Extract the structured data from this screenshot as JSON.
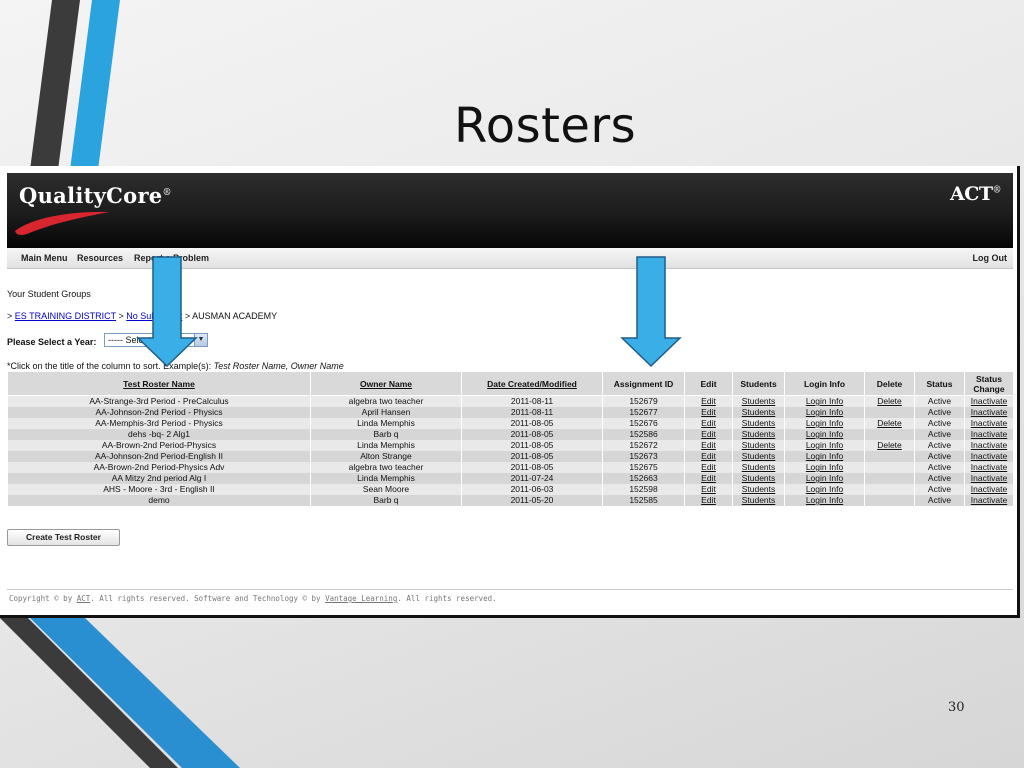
{
  "slide": {
    "title": "Rosters",
    "page_number": "30"
  },
  "header": {
    "brand_logo": "QualityCore",
    "brand_mark": "®",
    "partner_logo": "ACT",
    "partner_mark": "®"
  },
  "nav": {
    "items": [
      "Main Menu",
      "Resources",
      "Report a Problem"
    ],
    "logout": "Log Out"
  },
  "page": {
    "heading": "Your Student Groups",
    "breadcrumb": {
      "sep1": ">",
      "district": "ES TRAINING DISTRICT",
      "sep2": ">",
      "subdistrict": "No Subdistrict",
      "sep3": ">",
      "school": "AUSMAN ACADEMY"
    },
    "year_label": "Please Select a Year:",
    "year_select": "----- Select -----",
    "sort_hint_prefix": "*Click on the title of the column to sort. Example(s): ",
    "sort_hint_example": "Test Roster Name, Owner Name"
  },
  "table": {
    "headers": [
      "Test Roster Name",
      "Owner Name",
      "Date Created/Modified",
      "Assignment ID",
      "Edit",
      "Students",
      "Login Info",
      "Delete",
      "Status",
      "Status Change"
    ],
    "rows": [
      {
        "name": "AA-Strange-3rd Period - PreCalculus",
        "owner": "algebra two teacher",
        "date": "2011-08-11",
        "id": "152679",
        "edit": "Edit",
        "students": "Students",
        "login": "Login Info",
        "delete": "Delete",
        "status": "Active",
        "change": "Inactivate"
      },
      {
        "name": "AA-Johnson-2nd Period - Physics",
        "owner": "April Hansen",
        "date": "2011-08-11",
        "id": "152677",
        "edit": "Edit",
        "students": "Students",
        "login": "Login Info",
        "delete": "",
        "status": "Active",
        "change": "Inactivate"
      },
      {
        "name": "AA-Memphis-3rd Period - Physics",
        "owner": "Linda Memphis",
        "date": "2011-08-05",
        "id": "152676",
        "edit": "Edit",
        "students": "Students",
        "login": "Login Info",
        "delete": "Delete",
        "status": "Active",
        "change": "Inactivate"
      },
      {
        "name": "dehs -bq- 2 Alg1",
        "owner": "Barb q",
        "date": "2011-08-05",
        "id": "152586",
        "edit": "Edit",
        "students": "Students",
        "login": "Login Info",
        "delete": "",
        "status": "Active",
        "change": "Inactivate"
      },
      {
        "name": "AA-Brown-2nd Period-Physics",
        "owner": "Linda Memphis",
        "date": "2011-08-05",
        "id": "152672",
        "edit": "Edit",
        "students": "Students",
        "login": "Login Info",
        "delete": "Delete",
        "status": "Active",
        "change": "Inactivate"
      },
      {
        "name": "AA-Johnson-2nd Period-English II",
        "owner": "Alton Strange",
        "date": "2011-08-05",
        "id": "152673",
        "edit": "Edit",
        "students": "Students",
        "login": "Login Info",
        "delete": "",
        "status": "Active",
        "change": "Inactivate"
      },
      {
        "name": "AA-Brown-2nd Period-Physics Adv",
        "owner": "algebra two teacher",
        "date": "2011-08-05",
        "id": "152675",
        "edit": "Edit",
        "students": "Students",
        "login": "Login Info",
        "delete": "",
        "status": "Active",
        "change": "Inactivate"
      },
      {
        "name": "AA Mitzy 2nd period Alg I",
        "owner": "Linda Memphis",
        "date": "2011-07-24",
        "id": "152663",
        "edit": "Edit",
        "students": "Students",
        "login": "Login Info",
        "delete": "",
        "status": "Active",
        "change": "Inactivate"
      },
      {
        "name": "AHS - Moore - 3rd - English II",
        "owner": "Sean Moore",
        "date": "2011-06-03",
        "id": "152598",
        "edit": "Edit",
        "students": "Students",
        "login": "Login Info",
        "delete": "",
        "status": "Active",
        "change": "Inactivate"
      },
      {
        "name": "demo",
        "owner": "Barb q",
        "date": "2011-05-20",
        "id": "152585",
        "edit": "Edit",
        "students": "Students",
        "login": "Login Info",
        "delete": "",
        "status": "Active",
        "change": "Inactivate"
      }
    ]
  },
  "create_button": "Create Test Roster",
  "footer": {
    "copyright_prefix": "Copyright © by ",
    "act_link": "ACT",
    "copyright_mid": ". All rights reserved. Software and Technology © by ",
    "vantage_link": "Vantage Learning",
    "copyright_suffix": ". All rights reserved."
  },
  "colors": {
    "arrow_blue": "#3aaee6",
    "arrow_border": "#1f5d88",
    "link_blue": "#0000cc",
    "header_dark": "#1c1c1c",
    "stripe_blue": "#2aa3df",
    "stripe_dark": "#3b3b3b",
    "swoosh_red": "#d7262e"
  },
  "icons": [
    "dropdown-arrow-icon",
    "callout-down-arrow-icon"
  ]
}
